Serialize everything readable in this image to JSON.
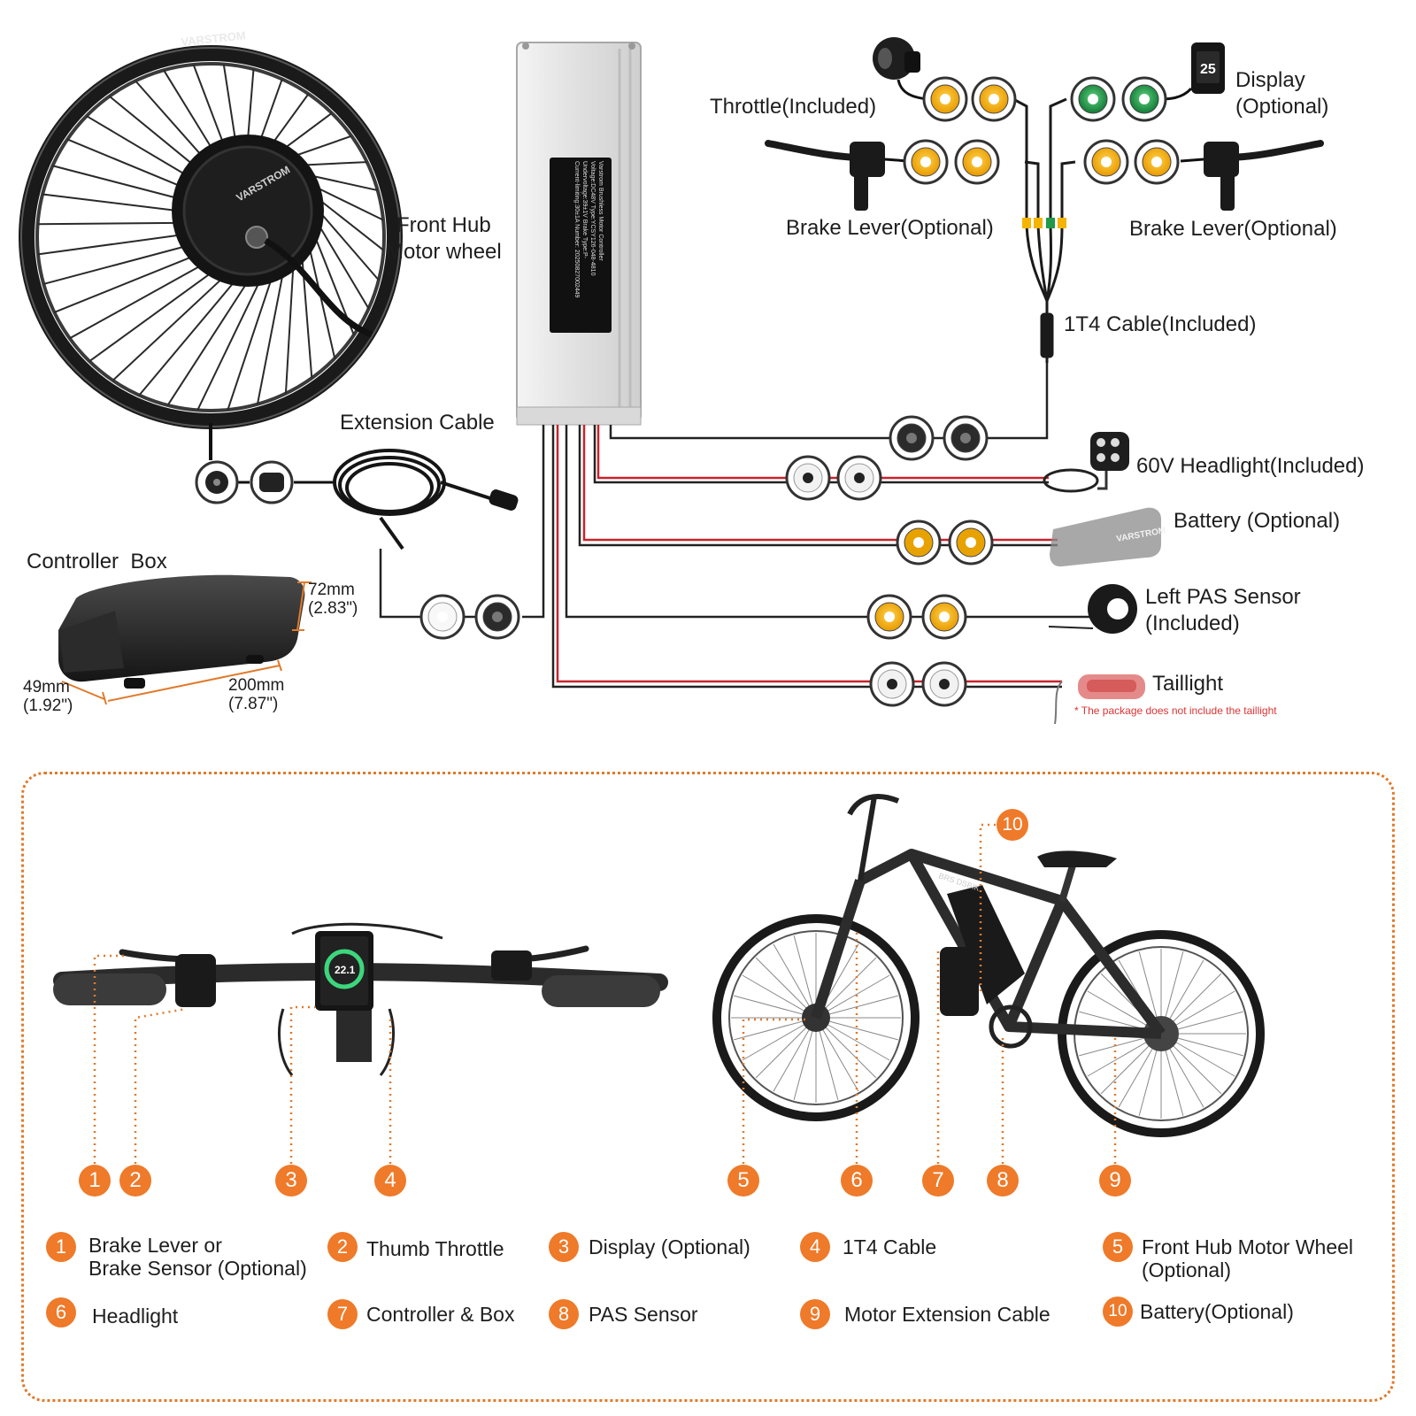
{
  "colors": {
    "accent": "#ee7a2a",
    "wire_red": "#c8232c",
    "wire_dark": "#222222",
    "connector_yellow": "#f4b400",
    "connector_green": "#1f9a47"
  },
  "labels": {
    "throttle": "Throttle(Included)",
    "display": [
      "Display",
      "(Optional)"
    ],
    "brake_left": "Brake Lever(Optional)",
    "brake_right": "Brake Lever(Optional)",
    "front_hub": [
      "Front Hub",
      "Motor wheel"
    ],
    "cable_1t4": "1T4 Cable(Included)",
    "extension": "Extension Cable",
    "headlight": "60V Headlight(Included)",
    "battery": "Battery (Optional)",
    "pas": [
      "Left PAS Sensor",
      "(Included)"
    ],
    "taillight": "Taillight",
    "taillight_note": "* The package does not include the taillight",
    "controller_box": "Controller  Box"
  },
  "dimensions": {
    "height": [
      "72mm",
      "(2.83\")"
    ],
    "depth": [
      "49mm",
      "(1.92\")"
    ],
    "length": [
      "200mm",
      "(7.87\")"
    ]
  },
  "branding": {
    "rim": "VARSTROM",
    "hub": "VARSTROM",
    "battery": "VARSTROM",
    "frame": "BRS DSBIK"
  },
  "controller_plate": [
    "Varstrom Brushless Motor Controller",
    "Voltage:DC48V   Type:YCSY126-048-4810",
    "Undervoltage:39±1V   Brake Type:P-",
    "Current-limiting:30±1A   Number: 20250827002449"
  ],
  "display_screen": {
    "speed": "22.1"
  },
  "callout_numbers": [
    "1",
    "2",
    "3",
    "4",
    "5",
    "6",
    "7",
    "8",
    "9",
    "10"
  ],
  "legend": [
    {
      "n": "1",
      "text": [
        "Brake Lever or",
        "Brake Sensor (Optional)"
      ]
    },
    {
      "n": "2",
      "text": [
        "Thumb Throttle"
      ]
    },
    {
      "n": "3",
      "text": [
        "Display (Optional)"
      ]
    },
    {
      "n": "4",
      "text": [
        "1T4 Cable"
      ]
    },
    {
      "n": "5",
      "text": [
        "Front Hub Motor Wheel",
        "(Optional)"
      ]
    },
    {
      "n": "6",
      "text": [
        "Headlight"
      ]
    },
    {
      "n": "7",
      "text": [
        "Controller & Box"
      ]
    },
    {
      "n": "8",
      "text": [
        "PAS Sensor"
      ]
    },
    {
      "n": "9",
      "text": [
        "Motor Extension Cable"
      ]
    },
    {
      "n": "10",
      "text": [
        "Battery(Optional)"
      ]
    }
  ]
}
